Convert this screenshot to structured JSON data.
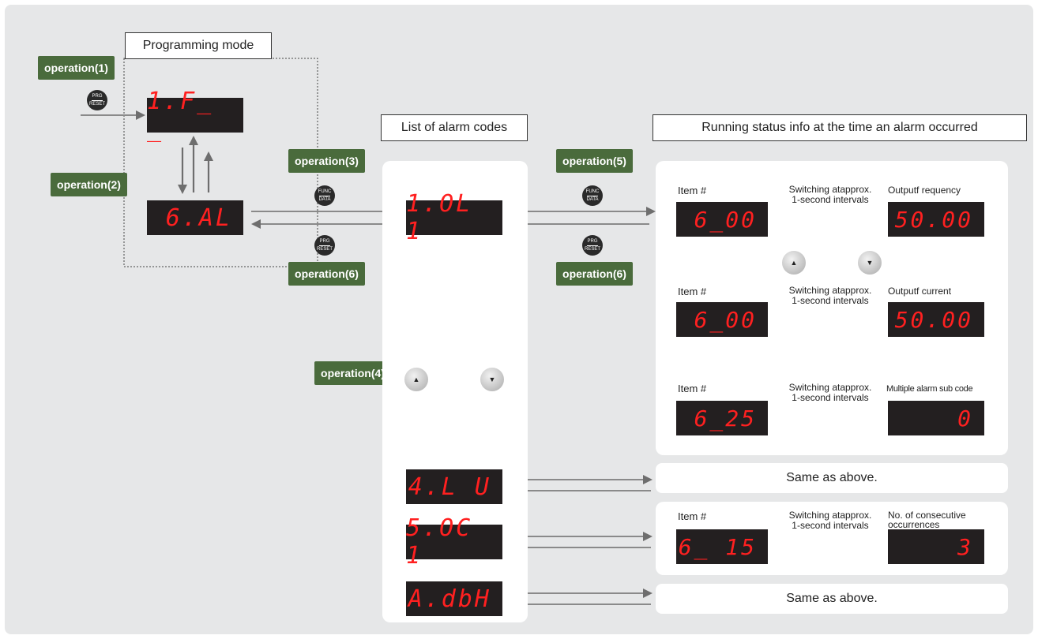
{
  "programming_mode": "Programming mode",
  "list_title": "List of alarm codes",
  "running_title": "Running status info at the time an alarm occurred",
  "operations": {
    "op1": "operation(1)",
    "op2": "operation(2)",
    "op3": "operation(3)",
    "op4": "operation(4)",
    "op5": "operation(5)",
    "op6a": "operation(6)",
    "op6b": "operation(6)"
  },
  "keys": {
    "prg_top": "PRG",
    "reset_bottom": "RESET",
    "func_top": "FUNC",
    "data_bottom": "DATA",
    "up_glyph": "▲",
    "down_glyph": "▼"
  },
  "displays": {
    "prog1": "1.F_ _",
    "prog2": "6.AL",
    "alarm1": "1.OL 1",
    "alarm4": "4.L U",
    "alarm5": "5.OC 1",
    "alarmA": "A.dbH",
    "r1_item": "6_00",
    "r1_value": "50.00",
    "r2_item": "6_00",
    "r2_value": "50.00",
    "r3_item": "6_25",
    "r3_value": "0",
    "r4_item": "6_ 15",
    "r4_value": "3"
  },
  "labels": {
    "item": "Item #",
    "switching_line1": "Switching atapprox.",
    "switching_line2": "1-second intervals",
    "output_freq": "Outputf requency",
    "output_current": "Outputf current",
    "multiple_alarm": "Multiple alarm sub code",
    "consecutive_line1": "No. of consecutive",
    "consecutive_line2": "occurrences",
    "same_as_above_1": "Same as above.",
    "same_as_above_2": "Same as above."
  },
  "colors": {
    "background": "#e6e7e8",
    "operation_badge": "#4a6b3c",
    "led_red": "#ff2020",
    "display_bg": "#231f20",
    "arrow": "#7a7a7a"
  }
}
